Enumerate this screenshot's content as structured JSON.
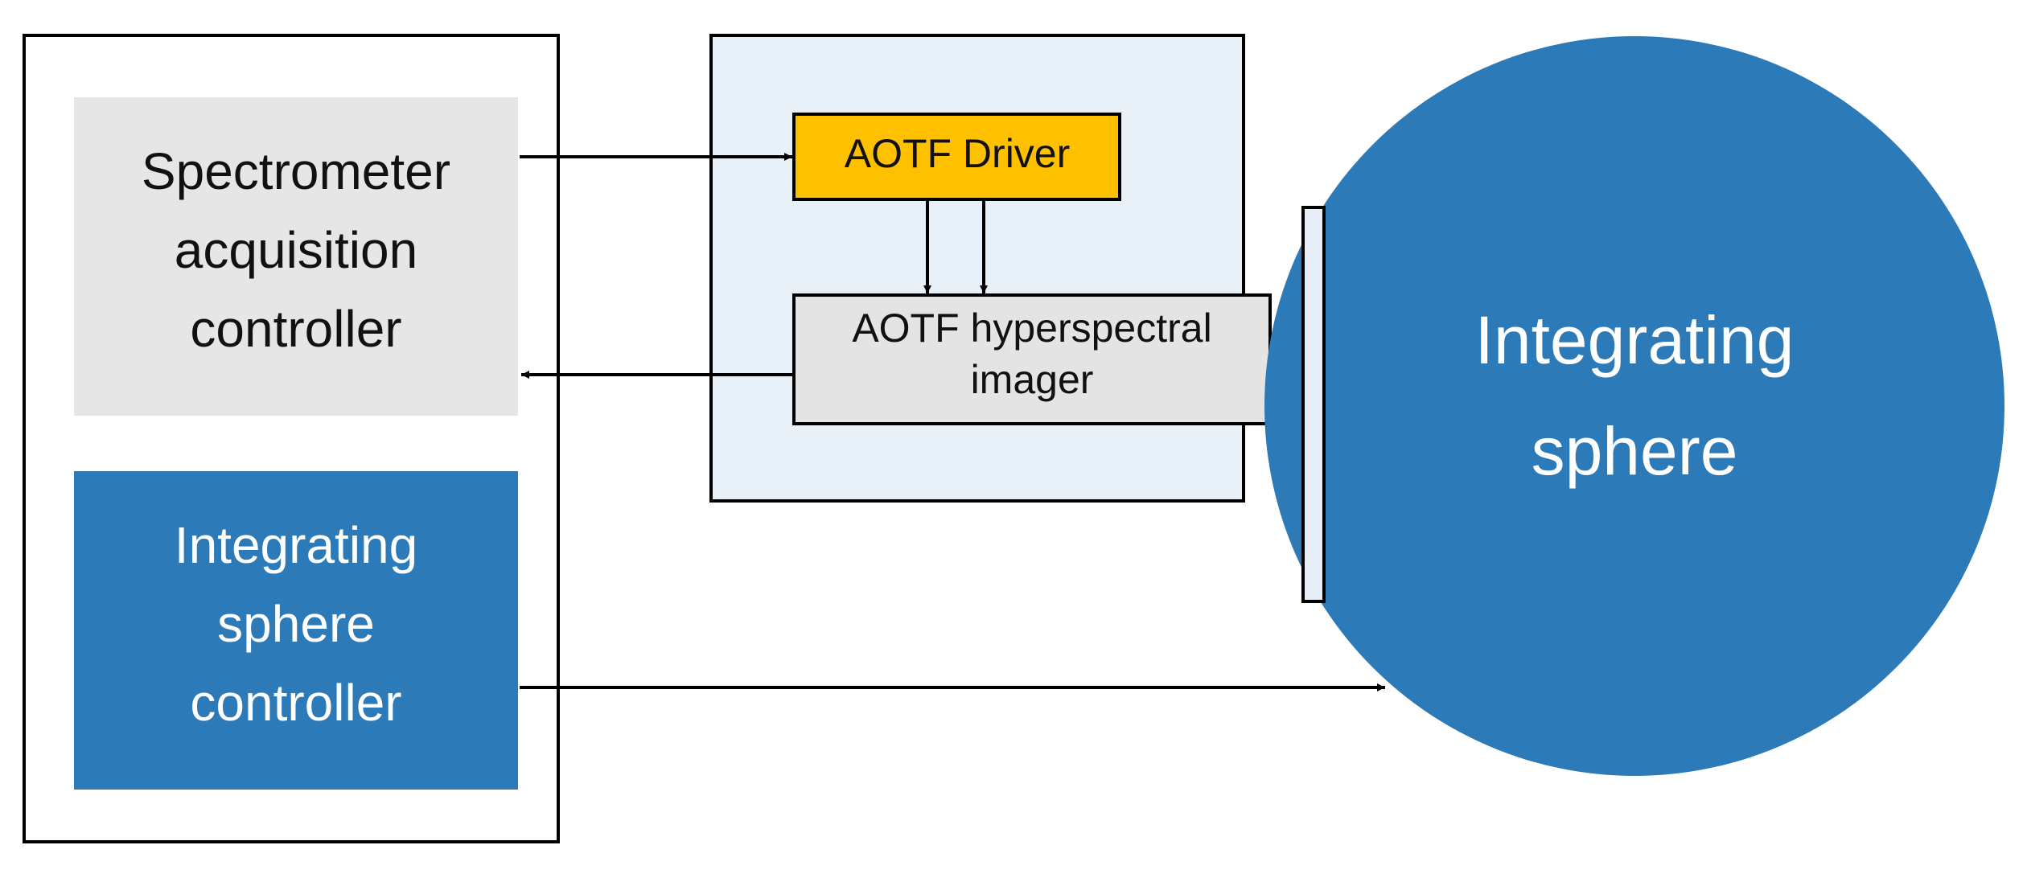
{
  "blocks": {
    "spectrometer_controller": {
      "lines": [
        "Spectrometer",
        "acquisition",
        "controller"
      ]
    },
    "sphere_controller": {
      "lines": [
        "Integrating",
        "sphere",
        "controller"
      ]
    },
    "aotf_driver": {
      "label": "AOTF Driver"
    },
    "aotf_imager": {
      "lines": [
        "AOTF hyperspectral",
        "imager"
      ]
    },
    "integrating_sphere": {
      "lines": [
        "Integrating",
        "sphere"
      ]
    }
  },
  "colors": {
    "outline": "#000000",
    "controller_gray": "#e6e6e6",
    "sphere_blue": "#2c7ab7",
    "imager_panel": "#e8f0f8",
    "driver_orange": "#ffc000",
    "imager_gray": "#e4e4e4",
    "port_fill": "#e8eef8",
    "text_dark": "#111111",
    "text_light": "#ffffff"
  }
}
